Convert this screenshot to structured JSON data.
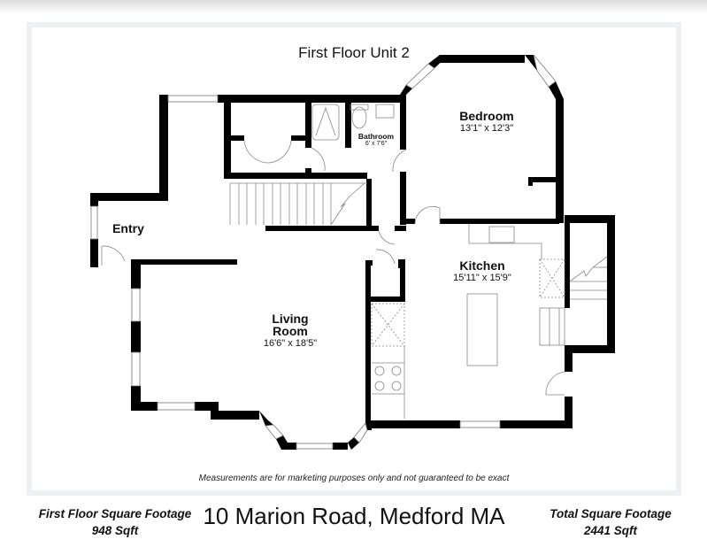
{
  "plan": {
    "title": "First Floor Unit 2",
    "disclaimer": "Measurements are for marketing purposes only and not guaranteed to be exact",
    "rooms": [
      {
        "name": "Bedroom",
        "dimensions": "13'1\" x 12'3\""
      },
      {
        "name": "Bathroom",
        "dimensions": "6' x 7'6\""
      },
      {
        "name": "Entry",
        "dimensions": ""
      },
      {
        "name": "Kitchen",
        "dimensions": "15'11\" x 15'9\""
      },
      {
        "name_line1": "Living",
        "name_line2": "Room",
        "dimensions": "16'6\" x 18'5\""
      }
    ]
  },
  "footer": {
    "left_label": "First Floor Square Footage",
    "left_value": "948 Sqft",
    "address": "10 Marion Road, Medford MA",
    "right_label": "Total Square Footage",
    "right_value": "2441 Sqft"
  },
  "colors": {
    "wall": "#000000",
    "frame_border": "#eef0f2",
    "fixture_line": "#888888"
  }
}
